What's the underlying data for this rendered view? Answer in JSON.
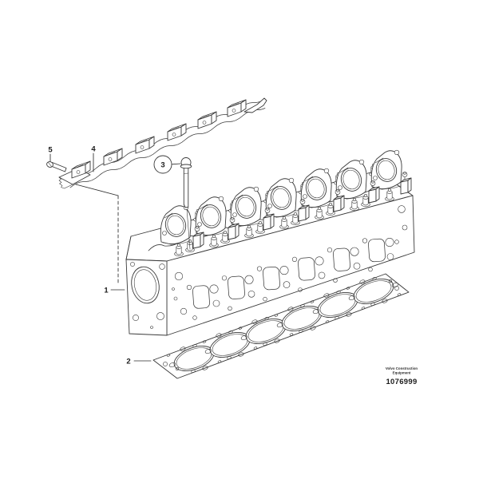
{
  "colors": {
    "line": "#3a3a3a",
    "highlight": "#6d9cc9",
    "background": "#ffffff"
  },
  "callouts": {
    "c1": {
      "number": "1"
    },
    "c2": {
      "number": "2"
    },
    "c3": {
      "number": "3",
      "highlighted": true
    },
    "c4": {
      "number": "4"
    },
    "c5": {
      "number": "5"
    }
  },
  "footer": {
    "brand_line1": "Volvo Construction",
    "brand_line2": "Equipment",
    "document_number": "1076999"
  }
}
